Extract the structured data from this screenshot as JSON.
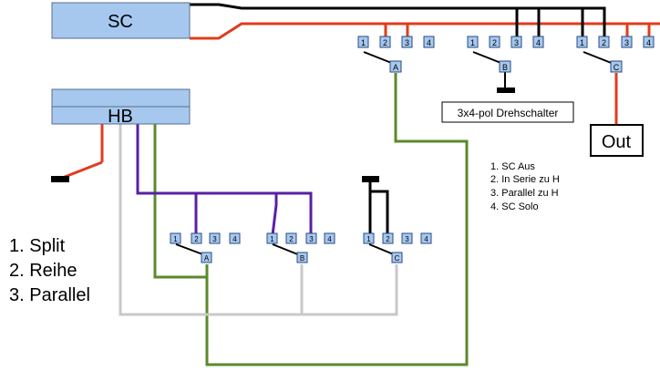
{
  "diagram": {
    "pickups": {
      "sc_label": "SC",
      "hb_label": "HB"
    },
    "output_label": "Out",
    "switch_caption": "3x4-pol Drehschalter",
    "top_switches": {
      "positions": [
        "1",
        "2",
        "3",
        "4"
      ],
      "poles": [
        "A",
        "B",
        "C"
      ]
    },
    "bottom_switches": {
      "positions": [
        "1",
        "2",
        "3",
        "4"
      ],
      "poles": [
        "A",
        "B",
        "C"
      ]
    },
    "top_legend": [
      "1. SC Aus",
      "2. In Serie zu H",
      "3. Parallel zu H",
      "4. SC Solo"
    ],
    "bottom_legend": [
      "1. Split",
      "2. Reihe",
      "3. Parallel"
    ],
    "colors": {
      "pickup_fill": "#a6c8ef",
      "terminal_fill": "#a6c8ef",
      "red": "#e03c1c",
      "black": "#000000",
      "green": "#5a8a2a",
      "purple": "#5a1fa6",
      "gray": "#c8c8c8"
    }
  }
}
